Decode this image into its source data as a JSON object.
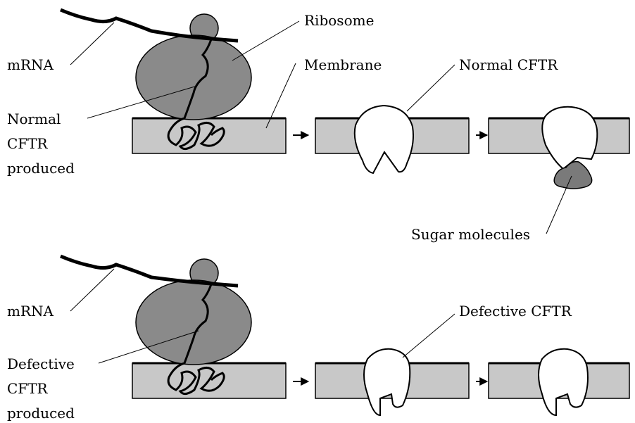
{
  "top": {
    "labels": {
      "mrna": "mRNA",
      "ribosome": "Ribosome",
      "membrane": "Membrane",
      "normal_cftr": "Normal CFTR",
      "produced_line1": "Normal",
      "produced_line2": "CFTR",
      "produced_line3": "produced",
      "sugar": "Sugar molecules"
    }
  },
  "bottom": {
    "labels": {
      "mrna": "mRNA",
      "defective_cftr": "Defective CFTR",
      "produced_line1": "Defective",
      "produced_line2": "CFTR",
      "produced_line3": "produced"
    }
  },
  "colors": {
    "membrane_fill": "#c8c8c8",
    "ribosome_fill": "#8a8a8a",
    "sugar_fill": "#7a7a7a",
    "line": "#000000"
  }
}
